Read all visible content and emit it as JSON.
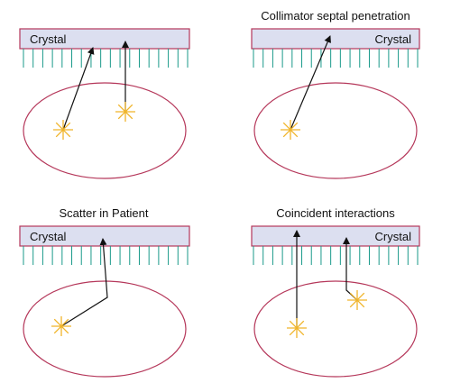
{
  "colors": {
    "crystal_fill": "#dcdff0",
    "crystal_border": "#b5375a",
    "septa": "#1a9a8a",
    "body_outline": "#b5375a",
    "photon_path": "#111111",
    "source_star": "#f0b429"
  },
  "panels": [
    {
      "title": "",
      "crystal_label": "Crystal",
      "label_align": "left"
    },
    {
      "title": "Collimator septal penetration",
      "crystal_label": "Crystal",
      "label_align": "right"
    },
    {
      "title": "Scatter in Patient",
      "crystal_label": "Crystal",
      "label_align": "left"
    },
    {
      "title": "Coincident interactions",
      "crystal_label": "Crystal",
      "label_align": "right"
    }
  ]
}
